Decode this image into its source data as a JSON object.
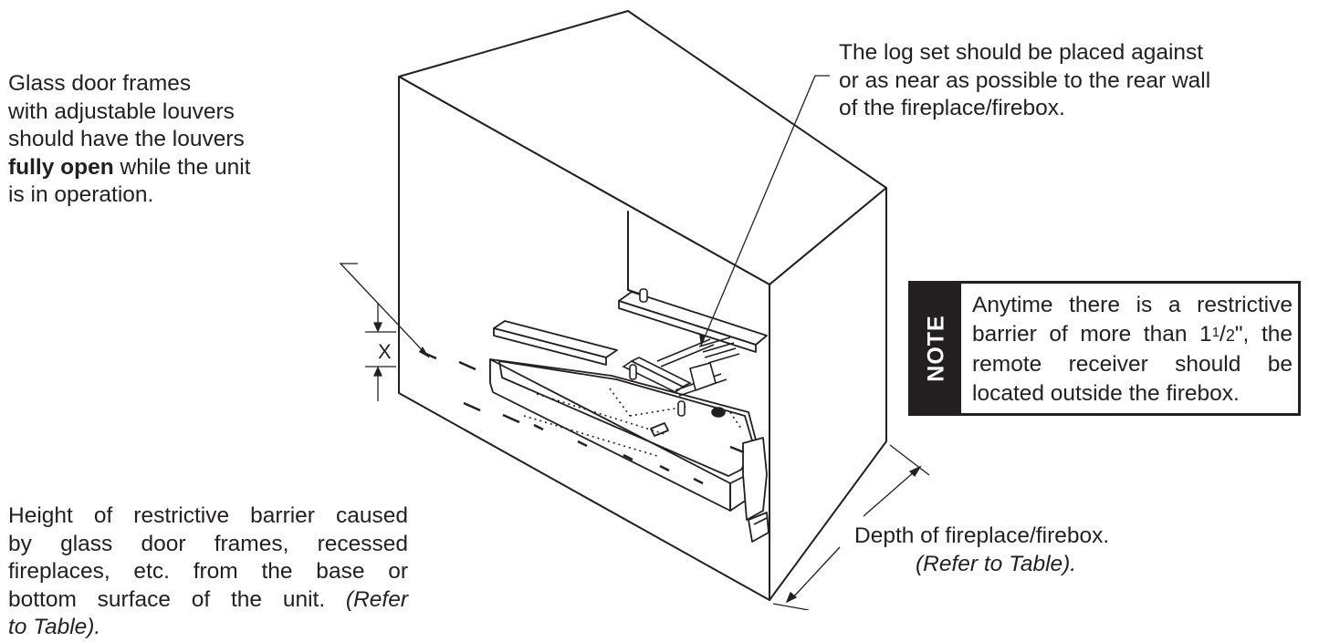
{
  "louvers_note": {
    "line1": "Glass door frames",
    "line2": "with adjustable louvers",
    "line3": "should have the louvers",
    "bold": "fully open",
    "line4_rest": " while the unit",
    "line5": "is in operation."
  },
  "logset_note": {
    "line1": "The log set should be placed against",
    "line2": "or as near as possible to the rear wall",
    "line3": "of the fireplace/firebox."
  },
  "barrier_note": {
    "line1": "Height of restrictive barrier caused",
    "line2": "by glass door frames, recessed",
    "line3": "fireplaces, etc. from the base or",
    "line4_plain": "bottom surface of the unit. ",
    "line4_italic": "(Refer",
    "line5_italic": "to Table)."
  },
  "depth_note": {
    "line1": "Depth of fireplace/firebox.",
    "line2_italic": "(Refer to Table)."
  },
  "note_box": {
    "tab_label": "NOTE",
    "line1": "Anytime there is a restrictive",
    "line2_pre": "barrier of more than 1",
    "line2_sup": "1",
    "line2_slash": "/",
    "line2_sub": "2",
    "line2_post": "\", the",
    "line3": "remote receiver should be",
    "line4": "located outside the firebox."
  },
  "dimension_label": "X",
  "colors": {
    "ink": "#231f20",
    "background": "#ffffff"
  }
}
